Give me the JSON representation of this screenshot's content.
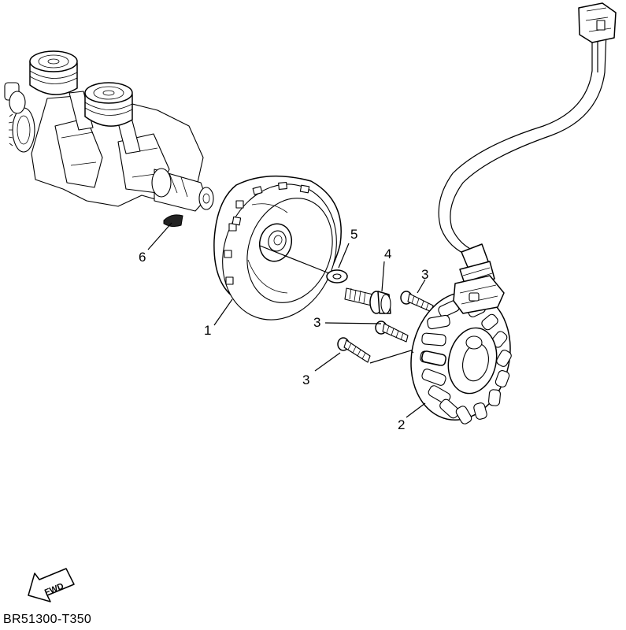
{
  "callouts": [
    {
      "id": "1",
      "label": "1"
    },
    {
      "id": "2",
      "label": "2"
    },
    {
      "id": "3a",
      "label": "3"
    },
    {
      "id": "3b",
      "label": "3"
    },
    {
      "id": "3c",
      "label": "3"
    },
    {
      "id": "4",
      "label": "4"
    },
    {
      "id": "5",
      "label": "5"
    },
    {
      "id": "6",
      "label": "6"
    }
  ],
  "fwd_label": "FWD",
  "diagram_code": "BR51300-T350"
}
